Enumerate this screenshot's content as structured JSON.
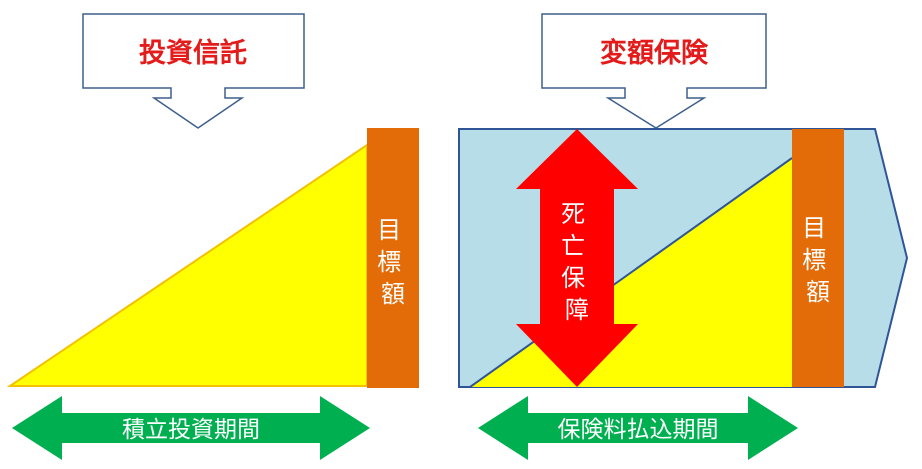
{
  "left": {
    "callout_label": "投資信託",
    "target_label": "目標額",
    "period_label": "積立投資期間"
  },
  "right": {
    "callout_label": "変額保険",
    "target_label": "目標額",
    "death_benefit_label": "死亡保障",
    "period_label": "保険料払込期間"
  },
  "colors": {
    "callout_text": "#e31b1b",
    "callout_border": "#3e5f8a",
    "yellow_fill": "#ffff00",
    "yellow_border": "#f2c200",
    "orange_bar": "#e36c09",
    "light_blue": "#b7dde8",
    "blue_border": "#2f5597",
    "red_arrow": "#ff0000",
    "green_arrow": "#00b050"
  }
}
